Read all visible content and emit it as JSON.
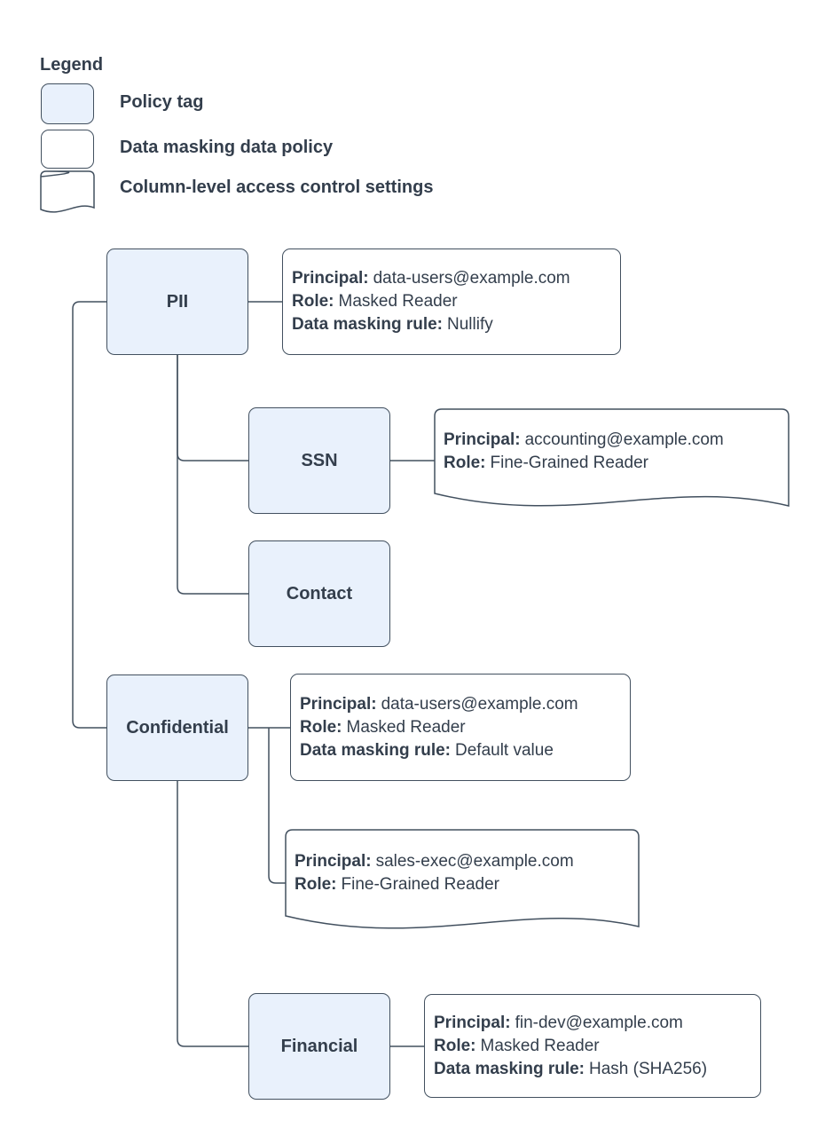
{
  "legend": {
    "title": "Legend",
    "items": [
      {
        "label": "Policy tag"
      },
      {
        "label": "Data masking data policy"
      },
      {
        "label": "Column-level access control settings"
      }
    ]
  },
  "nodes": {
    "pii": "PII",
    "ssn": "SSN",
    "contact": "Contact",
    "confidential": "Confidential",
    "financial": "Financial"
  },
  "policies": {
    "pii": {
      "lines": [
        {
          "label": "Principal:",
          "value": "data-users@example.com"
        },
        {
          "label": "Role:",
          "value": "Masked Reader"
        },
        {
          "label": "Data masking rule:",
          "value": "Nullify"
        }
      ]
    },
    "ssn": {
      "lines": [
        {
          "label": "Principal:",
          "value": "accounting@example.com"
        },
        {
          "label": "Role:",
          "value": "Fine-Grained Reader"
        }
      ]
    },
    "confidential": {
      "lines": [
        {
          "label": "Principal:",
          "value": "data-users@example.com"
        },
        {
          "label": "Role:",
          "value": "Masked Reader"
        },
        {
          "label": "Data masking rule:",
          "value": "Default value"
        }
      ]
    },
    "sales": {
      "lines": [
        {
          "label": "Principal:",
          "value": "sales-exec@example.com"
        },
        {
          "label": "Role:",
          "value": "Fine-Grained Reader"
        }
      ]
    },
    "financial": {
      "lines": [
        {
          "label": "Principal:",
          "value": "fin-dev@example.com"
        },
        {
          "label": "Role:",
          "value": "Masked Reader"
        },
        {
          "label": "Data masking rule:",
          "value": "Hash (SHA256)"
        }
      ]
    }
  },
  "colors": {
    "policy_tag_fill": "#e9f1fc",
    "border": "#42505f",
    "text": "#333e4c",
    "background": "#ffffff"
  }
}
